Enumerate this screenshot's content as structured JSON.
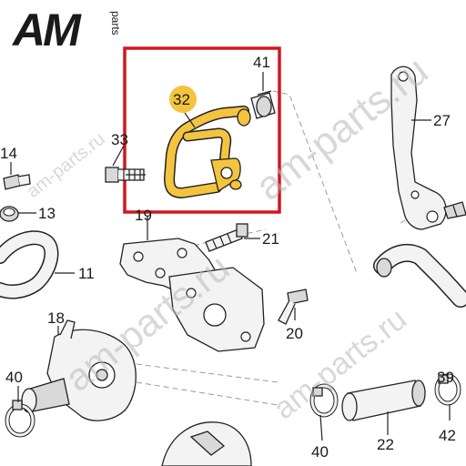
{
  "logo": {
    "text": "AM",
    "sub": "parts"
  },
  "watermark": {
    "text": "am-parts.ru"
  },
  "colors": {
    "highlight_box": "#d0171f",
    "highlight_part": "#f3c440",
    "callout_bubble": "#f3c440",
    "ink": "#1a1a1a"
  },
  "callouts": {
    "p41": "41",
    "p32": "32",
    "p33": "33",
    "p27": "27",
    "p14": "14",
    "p13": "13",
    "p19": "19",
    "p21": "21",
    "p11": "11",
    "p18": "18",
    "p20": "20",
    "p40a": "40",
    "p39": "39",
    "p22": "22",
    "p42": "42",
    "p40b": "40"
  }
}
